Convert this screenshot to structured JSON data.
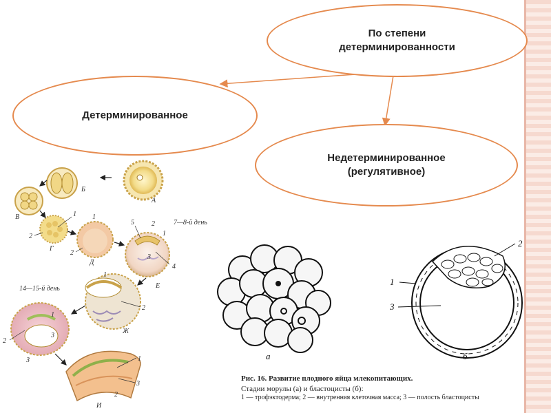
{
  "ovals": {
    "top": "По степени\nдетерминированности",
    "left": "Детерминированное",
    "right": "Недетерминированное\n(регулятивное)"
  },
  "left_figure": {
    "stage_labels": [
      "А",
      "Б",
      "В",
      "Г",
      "Д",
      "Е",
      "Ж",
      "З",
      "И"
    ],
    "day_label_1": "7—8-й день",
    "day_label_2": "14—15-й день",
    "part_numbers": [
      "1",
      "2",
      "3",
      "4",
      "5"
    ]
  },
  "right_figure": {
    "sublabel_a": "а",
    "sublabel_b": "б",
    "part_numbers": [
      "1",
      "2",
      "3"
    ],
    "caption_title": "Рис. 16. Развитие плодного яйца млекопитающих.",
    "caption_sub": "Стадии морулы (а) и бластоцисты (б):",
    "legend": "1 — трофэктодерма; 2 — внутренняя клеточная масса; 3 — полость бластоцисты"
  },
  "colors": {
    "oval_border": "#e58a4e",
    "arrow": "#e58a4e",
    "stripe": "#f6d9cf"
  }
}
